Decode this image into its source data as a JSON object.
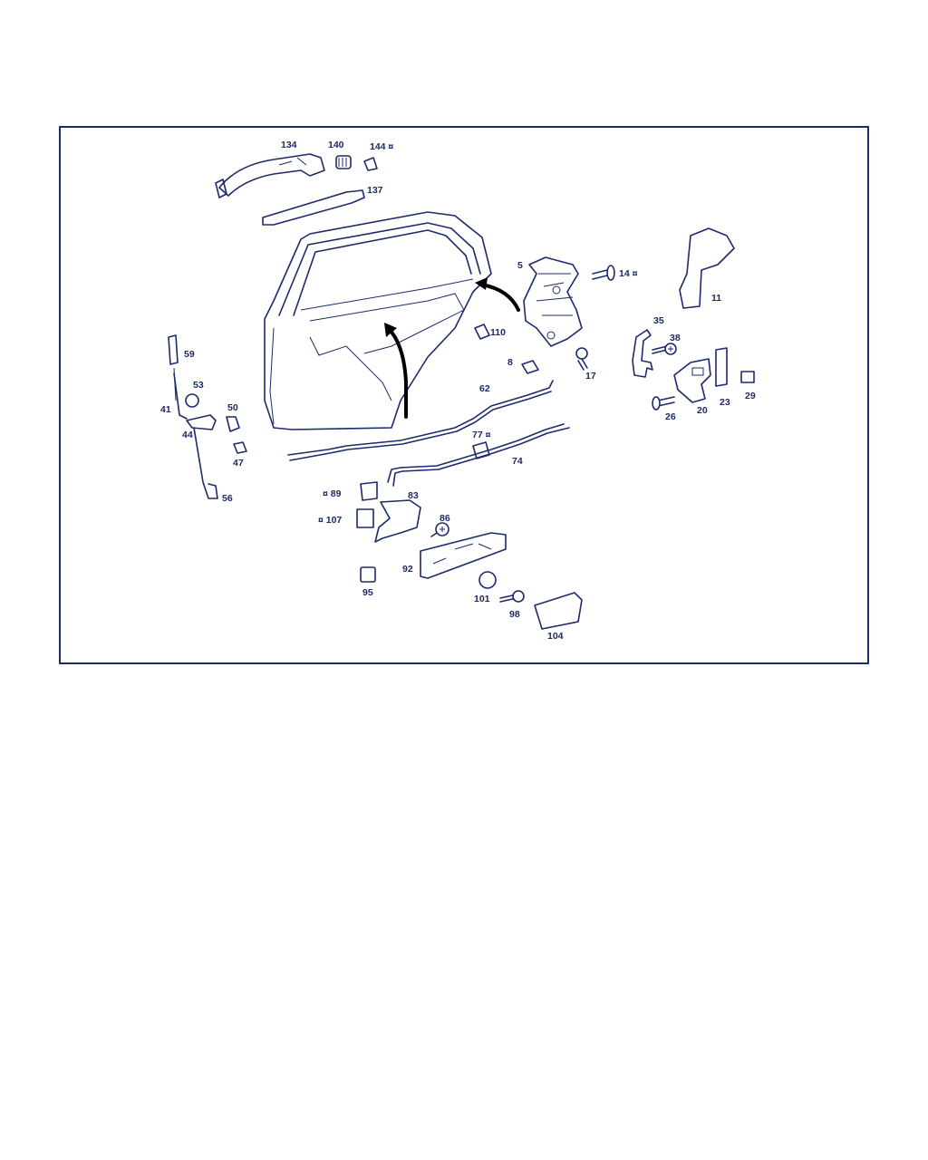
{
  "colors": {
    "line": "#1d2a6b",
    "frame": "#1d2a6b",
    "arrow": "#000000"
  },
  "labels": [
    {
      "id": "134",
      "text": "134"
    },
    {
      "id": "140",
      "text": "140"
    },
    {
      "id": "144",
      "text": "144 ¤"
    },
    {
      "id": "137",
      "text": "137"
    },
    {
      "id": "5",
      "text": "5"
    },
    {
      "id": "14",
      "text": "14 ¤"
    },
    {
      "id": "11",
      "text": "11"
    },
    {
      "id": "110",
      "text": "110"
    },
    {
      "id": "35",
      "text": "35"
    },
    {
      "id": "38",
      "text": "38"
    },
    {
      "id": "59",
      "text": "59"
    },
    {
      "id": "8",
      "text": "8"
    },
    {
      "id": "17",
      "text": "17"
    },
    {
      "id": "53",
      "text": "53"
    },
    {
      "id": "62",
      "text": "62"
    },
    {
      "id": "29",
      "text": "29"
    },
    {
      "id": "23",
      "text": "23"
    },
    {
      "id": "41",
      "text": "41"
    },
    {
      "id": "50",
      "text": "50"
    },
    {
      "id": "20",
      "text": "20"
    },
    {
      "id": "26",
      "text": "26"
    },
    {
      "id": "44",
      "text": "44"
    },
    {
      "id": "77",
      "text": "77 ¤"
    },
    {
      "id": "74",
      "text": "74"
    },
    {
      "id": "47",
      "text": "47"
    },
    {
      "id": "89",
      "text": "¤ 89"
    },
    {
      "id": "83",
      "text": "83"
    },
    {
      "id": "56",
      "text": "56"
    },
    {
      "id": "86",
      "text": "86"
    },
    {
      "id": "107",
      "text": "¤ 107"
    },
    {
      "id": "92",
      "text": "92"
    },
    {
      "id": "95",
      "text": "95"
    },
    {
      "id": "101",
      "text": "101"
    },
    {
      "id": "98",
      "text": "98"
    },
    {
      "id": "104",
      "text": "104"
    }
  ]
}
